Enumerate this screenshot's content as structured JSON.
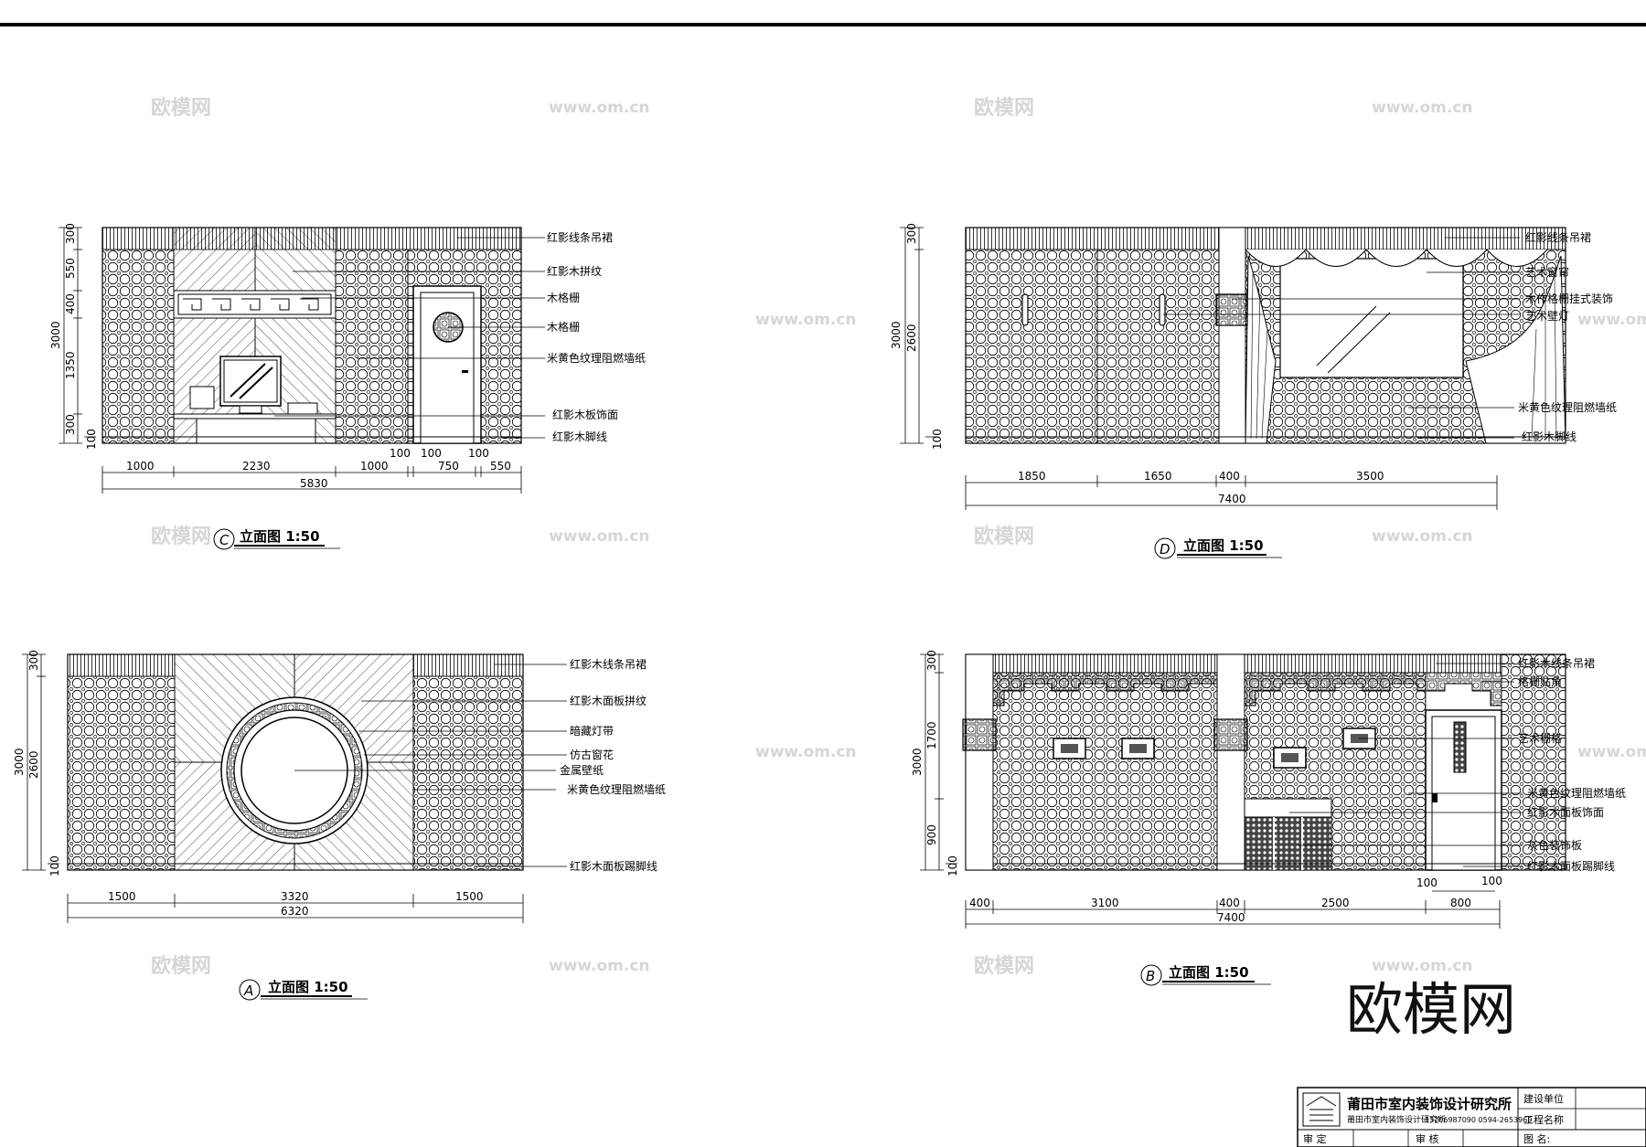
{
  "watermark": {
    "brand": "欧模网",
    "url": "www.om.cn"
  },
  "brand_mark": "欧模网",
  "elevations": {
    "C": {
      "letter": "C",
      "title": "立面图 1:50",
      "left_dims": [
        "300",
        "550",
        "400",
        "1350",
        "300",
        "100"
      ],
      "total_height": "3000",
      "bottom_dims": [
        "1000",
        "2230",
        "1000",
        "100",
        "750",
        "100",
        "550"
      ],
      "small_dims": [
        "100",
        "100"
      ],
      "total_width": "5830",
      "labels": [
        "红影线条吊裙",
        "红影木拼纹",
        "木格栅",
        "木格栅",
        "米黄色纹理阻燃墙纸",
        "红影木板饰面",
        "红影木脚线"
      ]
    },
    "D": {
      "letter": "D",
      "title": "立面图 1:50",
      "left_dims": [
        "300",
        "2600",
        "100"
      ],
      "total_height": "3000",
      "bottom_dims": [
        "1850",
        "1650",
        "400",
        "3500"
      ],
      "total_width": "7400",
      "labels": [
        "红影线条吊裙",
        "艺术窗帘",
        "木作格栅挂式装饰",
        "艺术壁灯",
        "米黄色纹理阻燃墙纸",
        "红影木脚线"
      ]
    },
    "A": {
      "letter": "A",
      "title": "立面图 1:50",
      "left_dims": [
        "300",
        "2600",
        "100"
      ],
      "total_height": "3000",
      "bottom_dims": [
        "1500",
        "3320",
        "1500"
      ],
      "total_width": "6320",
      "labels": [
        "红影木线条吊裙",
        "红影木面板拼纹",
        "暗藏灯带",
        "仿古窗花",
        "金属壁纸",
        "米黄色纹理阻燃墙纸",
        "红影木面板踢脚线"
      ]
    },
    "B": {
      "letter": "B",
      "title": "立面图 1:50",
      "left_dims": [
        "300",
        "1700",
        "900",
        "100"
      ],
      "total_height": "3000",
      "bottom_dims": [
        "400",
        "3100",
        "400",
        "2500"
      ],
      "door_dims": [
        "100",
        "800",
        "100"
      ],
      "total_width": "7400",
      "labels": [
        "红影木线条吊裙",
        "格栅贴角",
        "艺术栅格",
        "米黄色纹理阻燃墙纸",
        "红影木面板饰面",
        "灰色装饰板",
        "红影木面板踢脚线"
      ]
    }
  },
  "title_block": {
    "company": "莆田市室内装饰设计研究所",
    "company_sub": "莆田市室内装饰设计研究所",
    "contact": "13706987090   0594-2653969",
    "fields": [
      "建设单位",
      "工程名称",
      "图 名:"
    ],
    "approve": "审   定",
    "review": "审   核"
  }
}
